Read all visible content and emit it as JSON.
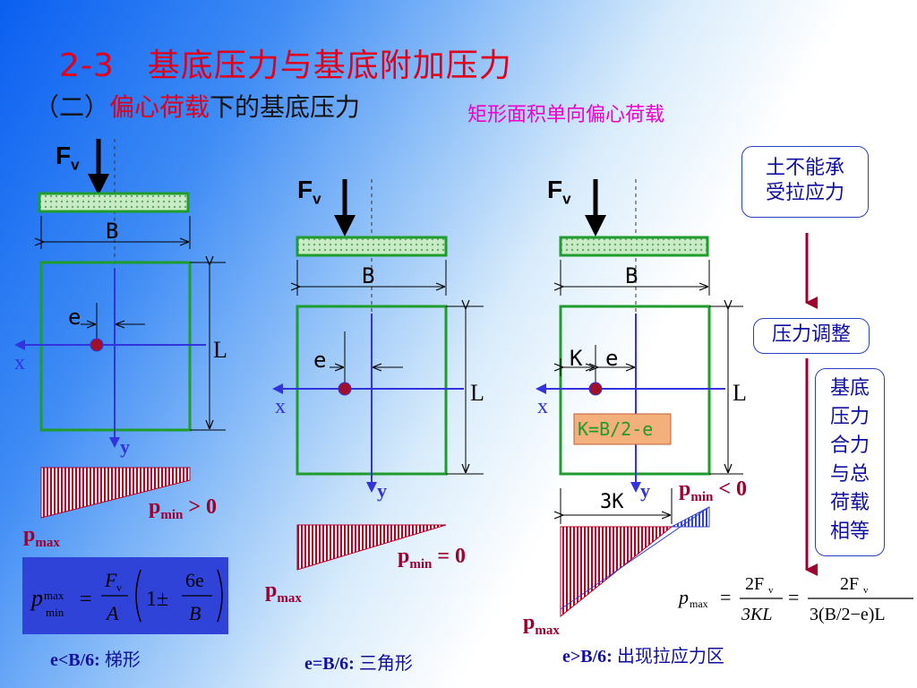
{
  "title": "2-3　基底压力与基底附加压力",
  "subtitle": {
    "prefix": "（二）",
    "highlight": "偏心荷载",
    "suffix": "下的基底压力"
  },
  "subtitle2": "矩形面积单向偏心荷载",
  "side_boxes": {
    "box1": [
      "土不能承",
      "受拉应力"
    ],
    "box2": "压力调整",
    "box3": [
      "基底",
      "压力",
      "合力",
      "与总",
      "荷载",
      "相等"
    ]
  },
  "labels": {
    "Fv": "F",
    "Fv_sub": "v",
    "B": "B",
    "L": "L",
    "e": "e",
    "x": "x",
    "y": "y",
    "K": "K",
    "K_def": "K=B/2-e",
    "threeK": "3K",
    "pmax": "p",
    "pmax_sub": "max",
    "pmin": "p",
    "pmin_sub": "min",
    "cond1": "> 0",
    "cond2": "= 0",
    "cond3": "< 0"
  },
  "captions": {
    "c1_en": "e<B/6:",
    "c1_cn": "梯形",
    "c2_en": "e=B/6:",
    "c2_cn": "三角形",
    "c3_en": "e>B/6:",
    "c3_cn": "出现拉应力区"
  },
  "formula1": {
    "p": "p",
    "sub_top": "max",
    "sub_bot": "min",
    "eq": "=",
    "num": "F",
    "num_sub": "v",
    "den": "A",
    "one": "1±",
    "frac_num": "6e",
    "frac_den": "B"
  },
  "formula2": {
    "p": "p",
    "sub": "max",
    "eq": "=",
    "num": "2F",
    "num_sub": "v",
    "den1": "3KL",
    "den2": "3(B/2−e)L"
  },
  "colors": {
    "title": "#e0001b",
    "hatch": "#b0002a",
    "axis": "#3333dd",
    "foot": "#1e9c2c",
    "box": "#2a3fc0",
    "kdef_bg": "#f3b07a"
  }
}
